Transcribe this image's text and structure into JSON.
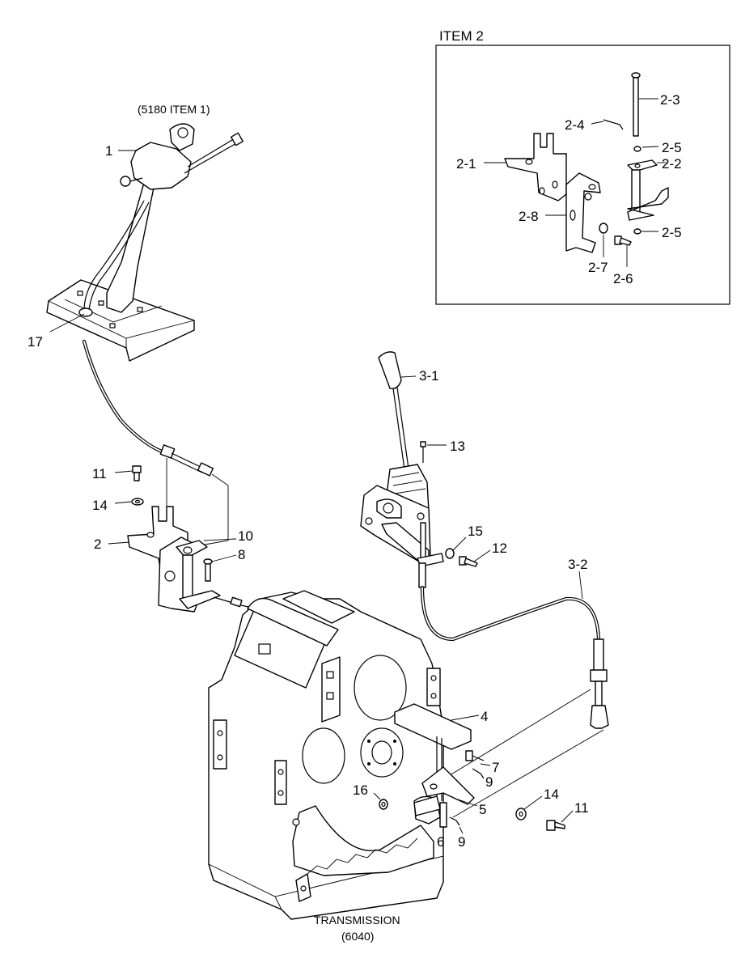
{
  "diagram": {
    "inset_title": "ITEM 2",
    "top_note": "(5180 ITEM 1)",
    "footer_line1": "TRANSMISSION",
    "footer_line2": "(6040)"
  },
  "labels": {
    "l_1": "1",
    "l_17": "17",
    "l_2": "2",
    "l_10": "10",
    "l_8": "8",
    "l_11a": "11",
    "l_14a": "14",
    "l_3_1": "3-1",
    "l_13": "13",
    "l_15": "15",
    "l_12": "12",
    "l_3_2": "3-2",
    "l_4": "4",
    "l_7": "7",
    "l_9a": "9",
    "l_14b": "14",
    "l_5": "5",
    "l_11b": "11",
    "l_16": "16",
    "l_6": "6",
    "l_9b": "9",
    "l_2_1": "2-1",
    "l_2_2": "2-2",
    "l_2_3": "2-3",
    "l_2_4": "2-4",
    "l_2_5a": "2-5",
    "l_2_5b": "2-5",
    "l_2_6": "2-6",
    "l_2_7": "2-7",
    "l_2_8": "2-8"
  }
}
